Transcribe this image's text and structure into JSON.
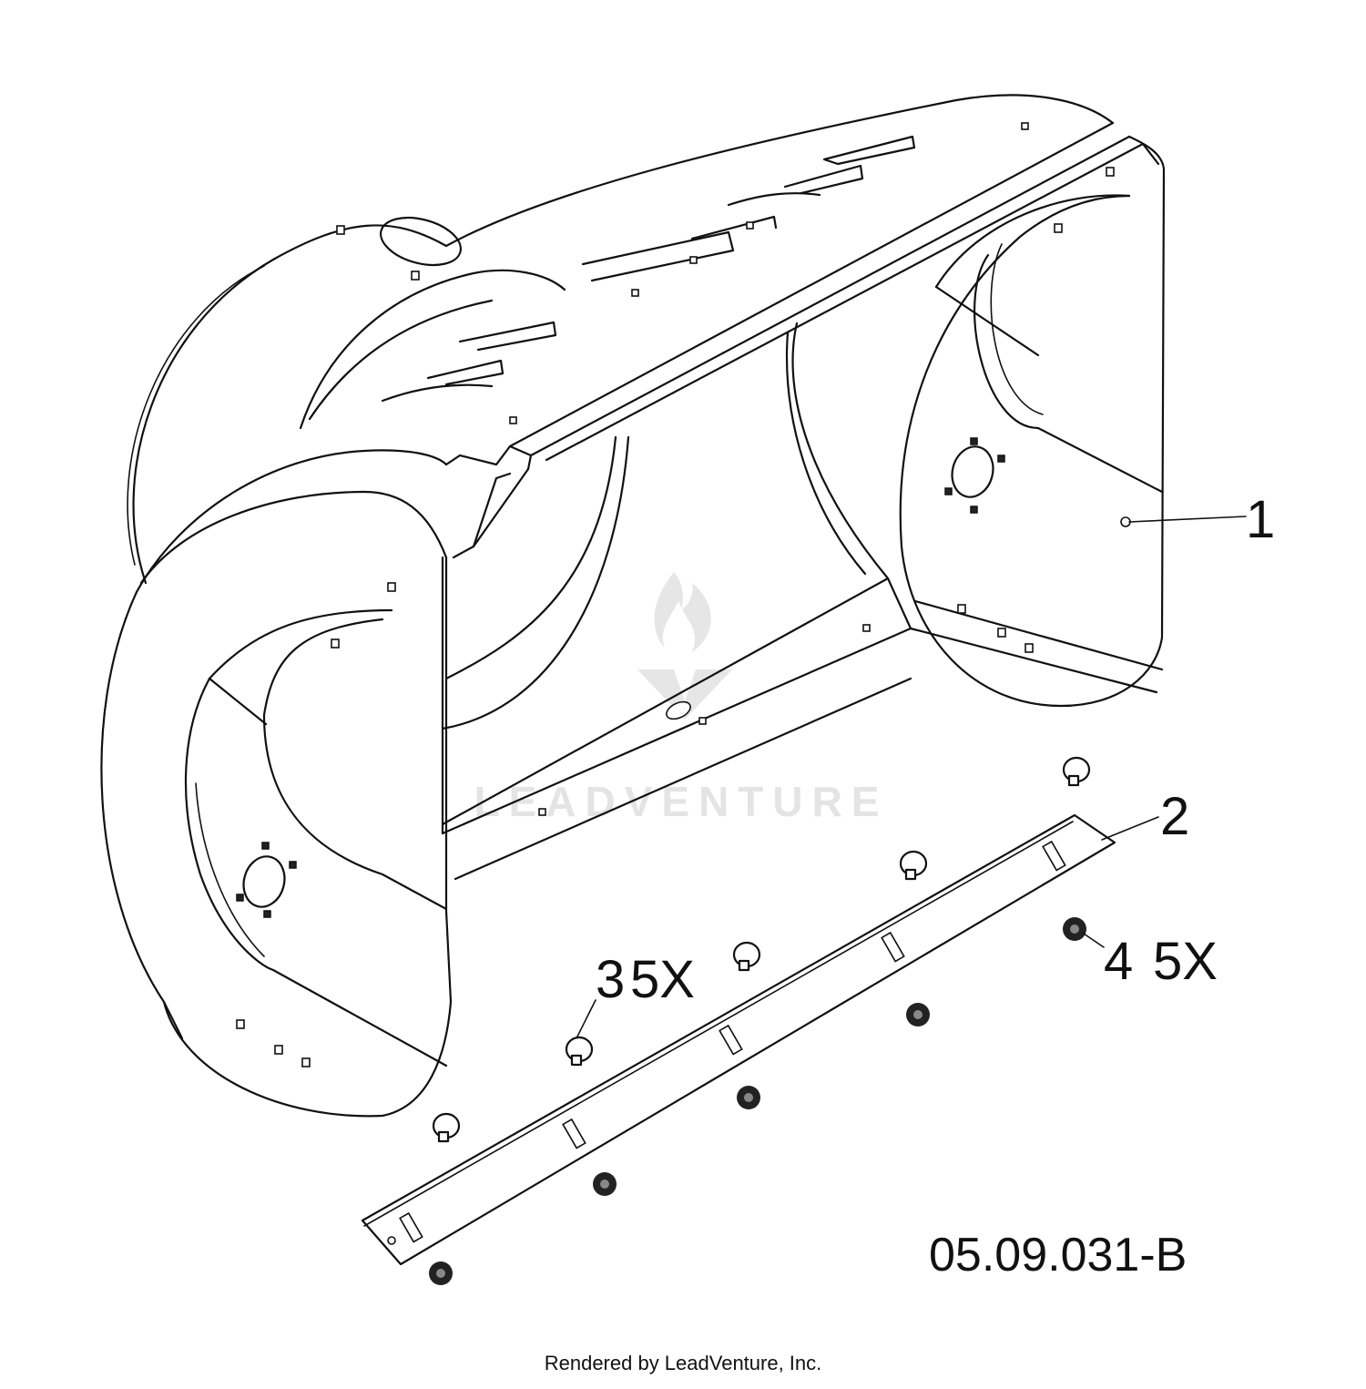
{
  "diagram": {
    "callouts": [
      {
        "id": "1",
        "label": "1"
      },
      {
        "id": "2",
        "label": "2"
      },
      {
        "id": "3",
        "label": "3",
        "qty": "5X"
      },
      {
        "id": "4",
        "label": "4",
        "qty": "5X"
      }
    ],
    "figure_id": "05.09.031-B",
    "watermark": "LEADVENTURE",
    "credit": "Rendered by LeadVenture, Inc."
  }
}
